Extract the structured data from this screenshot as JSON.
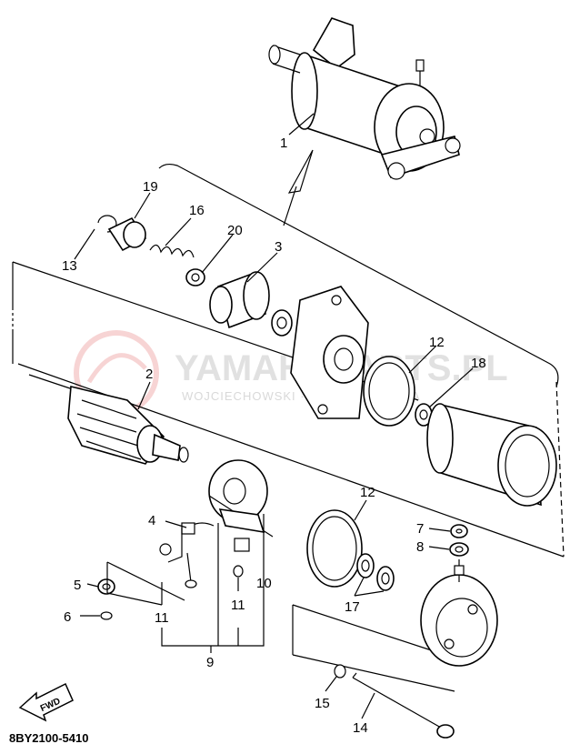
{
  "diagram_code": "8BY2100-5410",
  "fwd_label": "FWD",
  "watermark": {
    "main": "YAMAHAPARTS.PL",
    "sub": "WOJCIECHOWSKI · DEALER YAMAHA"
  },
  "callouts": {
    "c1": "1",
    "c2": "2",
    "c3": "3",
    "c4": "4",
    "c5": "5",
    "c6": "6",
    "c7": "7",
    "c8": "8",
    "c9": "9",
    "c10": "10",
    "c11a": "11",
    "c11b": "11",
    "c12a": "12",
    "c12b": "12",
    "c13": "13",
    "c14": "14",
    "c15": "15",
    "c16": "16",
    "c17": "17",
    "c18": "18",
    "c19": "19",
    "c20": "20"
  }
}
